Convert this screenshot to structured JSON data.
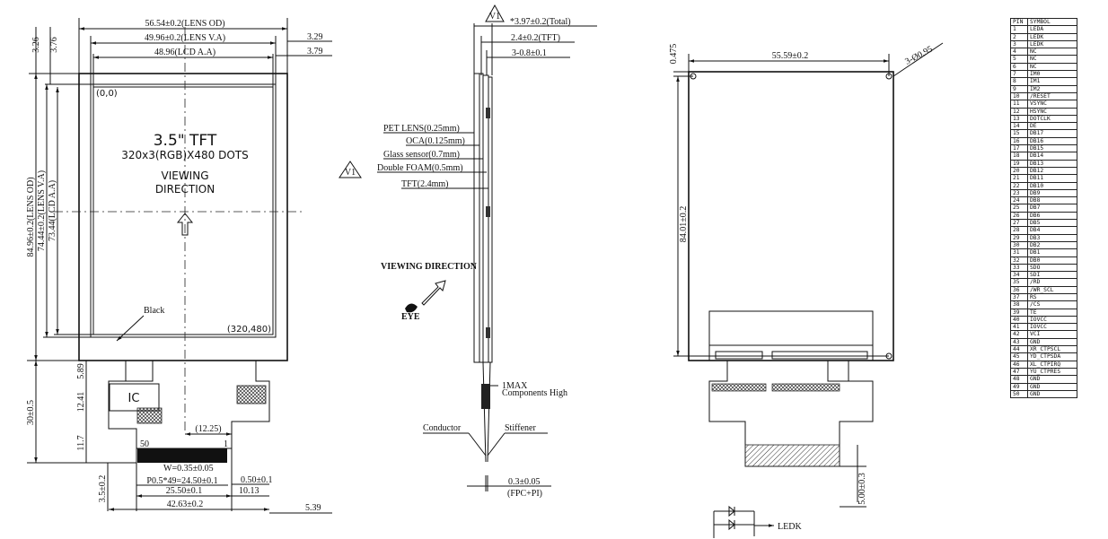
{
  "front": {
    "lens_od_w": "56.54±0.2(LENS OD)",
    "lens_va_w": "49.96±0.2(LENS V.A)",
    "lcd_aa_w": "48.96(LCD A.A)",
    "left_top_a": "3.26",
    "left_top_b": "3.76",
    "right_top_a": "3.29",
    "right_top_b": "3.79",
    "lens_od_h": "84.96±0.2(LENS OD)",
    "lens_va_h": "74.44±0.2(LENS V.A)",
    "lcd_aa_h": "73.44(LCD A.A)",
    "origin": "(0,0)",
    "end_coord": "(320,480)",
    "title": "3.5\" TFT",
    "resolution": "320x3(RGB)X480 DOTS",
    "viewing_1": "VIEWING",
    "viewing_2": "DIRECTION",
    "black_label": "Black",
    "fpc_h": "30±0.5",
    "d589": "5.89",
    "d1241": "12.41",
    "d117": "11.7",
    "d35": "3.5±0.2",
    "ic": "IC",
    "d1225": "(12.25)",
    "pin50": "50",
    "pin1": "1",
    "w_note": "W=0.35±0.05",
    "p_note": "P0.5*49=24.50±0.1",
    "d050": "0.50±0.1",
    "d2550": "25.50±0.1",
    "d1013": "10.13",
    "d4263": "42.63±0.2",
    "d539": "5.39"
  },
  "side": {
    "total": "*3.97±0.2(Total)",
    "tft": "2.4±0.2(TFT)",
    "stiff": "3-0.8±0.1",
    "pet": "PET LENS(0.25mm)",
    "oca": "OCA(0.125mm)",
    "glass": "Glass sensor(0.7mm)",
    "foam": "Double FOAM(0.5mm)",
    "tftl": "TFT(2.4mm)",
    "viewdir": "VIEWING DIRECTION",
    "eye": "EYE",
    "max1": "1MAX",
    "max2": "Components High",
    "conductor": "Conductor",
    "stiffener": "Stiffener",
    "fpc_t": "0.3±0.05",
    "fpc_note": "(FPC+PI)",
    "v1": "V1",
    "v2": "V1"
  },
  "back": {
    "d0475": "0.475",
    "width": "55.59±0.2",
    "holes": "3-Ø0.95",
    "height": "84.01±0.2",
    "d500": "5.00±0.3",
    "ledk": "LEDK"
  },
  "pins": {
    "header": [
      "PIN",
      "SYMBOL"
    ],
    "rows": [
      [
        "1",
        "LEDA"
      ],
      [
        "2",
        "LEDK"
      ],
      [
        "3",
        "LEDK"
      ],
      [
        "4",
        "NC"
      ],
      [
        "5",
        "NC"
      ],
      [
        "6",
        "NC"
      ],
      [
        "7",
        "IM0"
      ],
      [
        "8",
        "IM1"
      ],
      [
        "9",
        "IM2"
      ],
      [
        "10",
        "/RESET"
      ],
      [
        "11",
        "VSYNC"
      ],
      [
        "12",
        "HSYNC"
      ],
      [
        "13",
        "DOTCLK"
      ],
      [
        "14",
        "DE"
      ],
      [
        "15",
        "DB17"
      ],
      [
        "16",
        "DB16"
      ],
      [
        "17",
        "DB15"
      ],
      [
        "18",
        "DB14"
      ],
      [
        "19",
        "DB13"
      ],
      [
        "20",
        "DB12"
      ],
      [
        "21",
        "DB11"
      ],
      [
        "22",
        "DB10"
      ],
      [
        "23",
        "DB9"
      ],
      [
        "24",
        "DB8"
      ],
      [
        "25",
        "DB7"
      ],
      [
        "26",
        "DB6"
      ],
      [
        "27",
        "DB5"
      ],
      [
        "28",
        "DB4"
      ],
      [
        "29",
        "DB3"
      ],
      [
        "30",
        "DB2"
      ],
      [
        "31",
        "DB1"
      ],
      [
        "32",
        "DB0"
      ],
      [
        "33",
        "SDO"
      ],
      [
        "34",
        "SDI"
      ],
      [
        "35",
        "/RD"
      ],
      [
        "36",
        "/WR_SCL"
      ],
      [
        "37",
        "RS"
      ],
      [
        "38",
        "/CS"
      ],
      [
        "39",
        "TE"
      ],
      [
        "40",
        "IOVCC"
      ],
      [
        "41",
        "IOVCC"
      ],
      [
        "42",
        "VCI"
      ],
      [
        "43",
        "GND"
      ],
      [
        "44",
        "XR_CTPSCL"
      ],
      [
        "45",
        "YD_CTPSDA"
      ],
      [
        "46",
        "XL_CTPIRQ"
      ],
      [
        "47",
        "YU_CTPRES"
      ],
      [
        "48",
        "GND"
      ],
      [
        "49",
        "GND"
      ],
      [
        "50",
        "GND"
      ]
    ]
  }
}
